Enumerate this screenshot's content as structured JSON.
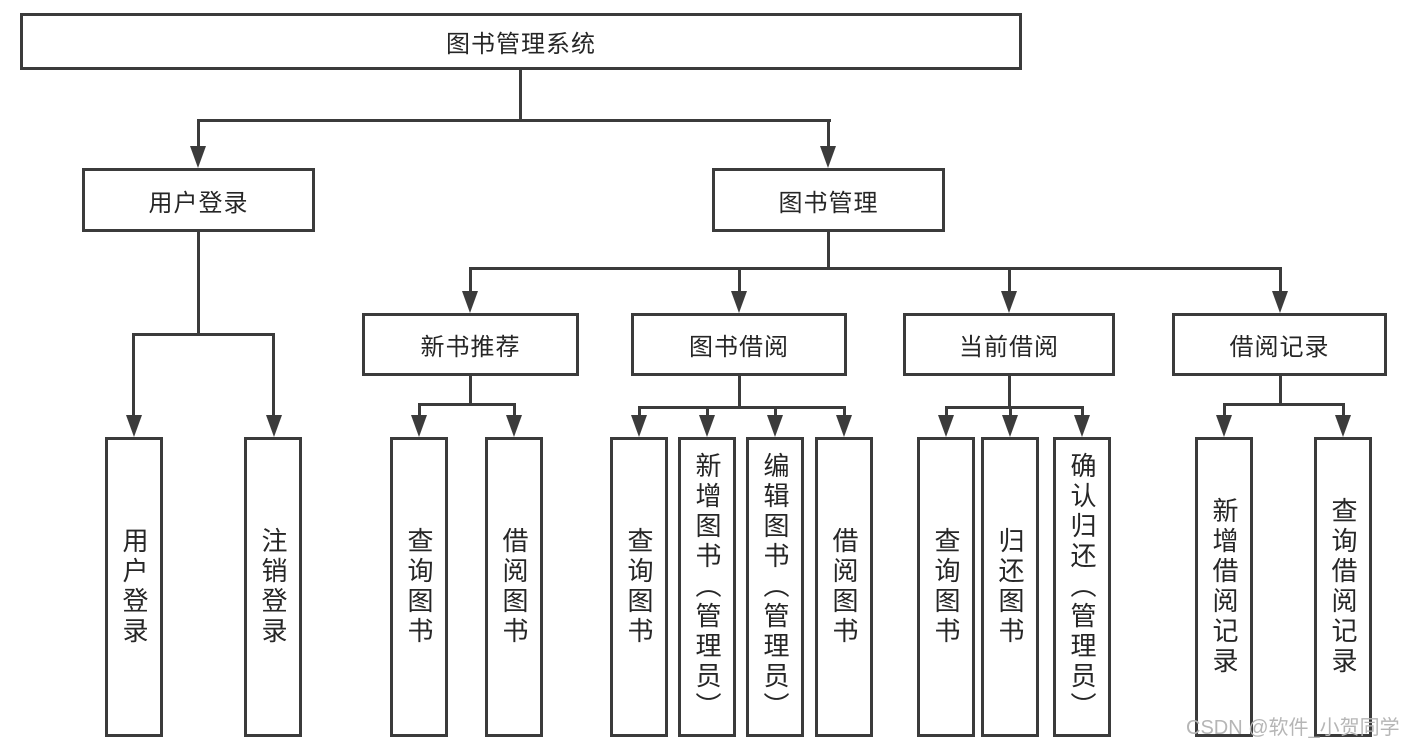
{
  "colors": {
    "line": "#3b3b3b",
    "box_border": "#3b3b3b",
    "text": "#262626",
    "watermark": "#b6b6b6"
  },
  "root": {
    "label": "图书管理系统"
  },
  "branches": {
    "user_login": {
      "label": "用户登录",
      "children": [
        "用户登录",
        "注销登录"
      ]
    },
    "book_mgmt": {
      "label": "图书管理",
      "groups": [
        {
          "label": "新书推荐",
          "children": [
            "查询图书",
            "借阅图书"
          ]
        },
        {
          "label": "图书借阅",
          "children": [
            "查询图书",
            "新增图书（管理员）",
            "编辑图书（管理员）",
            "借阅图书"
          ]
        },
        {
          "label": "当前借阅",
          "children": [
            "查询图书",
            "归还图书",
            "确认归还（管理员）"
          ]
        },
        {
          "label": "借阅记录",
          "children": [
            "新增借阅记录",
            "查询借阅记录"
          ]
        }
      ]
    }
  },
  "watermark": {
    "text": "CSDN @软件_小贺同学"
  }
}
